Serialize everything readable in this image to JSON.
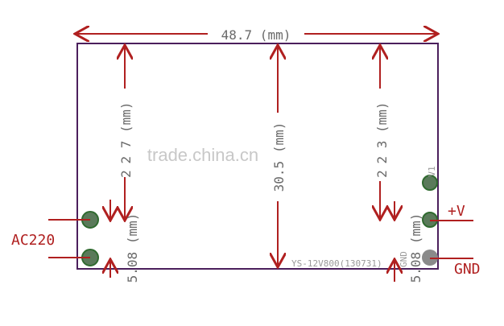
{
  "dimensions": {
    "width": "48.7 (mm)",
    "height": "30.5 (mm)",
    "left_margin": "2 7 (mm)",
    "right_margin": "2 3 (mm)",
    "left_small": "2",
    "right_small": "2",
    "left_pitch": "5.08 (mm)",
    "right_pitch": "5.08 (mm)"
  },
  "labels": {
    "ac": "AC220",
    "plus_v": "+V",
    "gnd": "GND",
    "v1": "V1",
    "gnd_silk": "GND",
    "board_name": "YS-12V800(130731)"
  },
  "watermark": "trade.china.cn",
  "colors": {
    "board_outline": "#4b1f5c",
    "dimension": "#b02020",
    "pad": "#5a7a5a",
    "pad_border": "#2f6a2f",
    "gnd_pad": "#8a8a8a"
  }
}
